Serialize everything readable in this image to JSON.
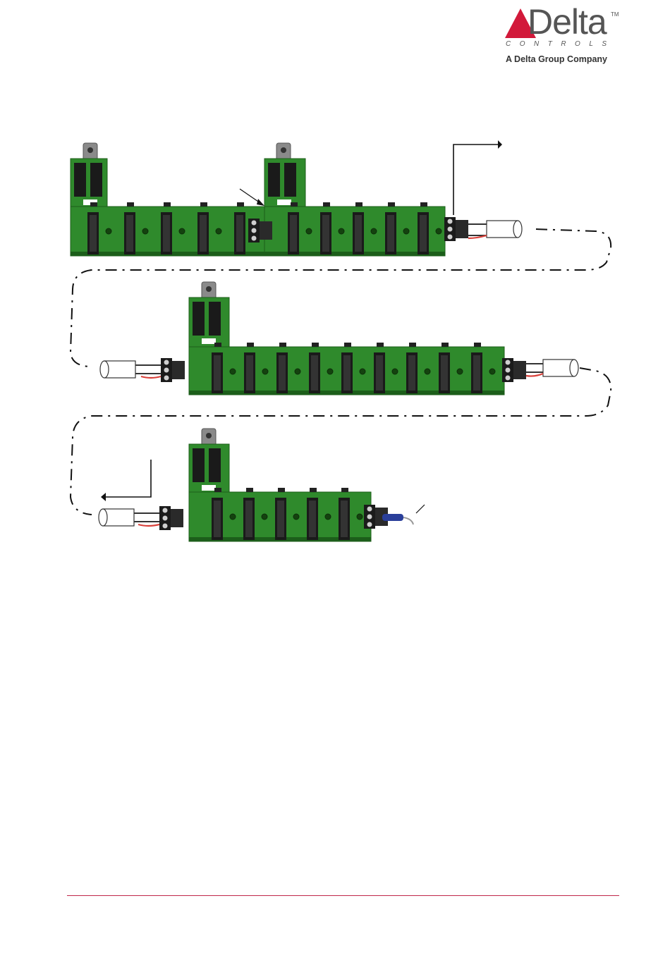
{
  "logo": {
    "wordmark": "Delta",
    "trademark": "TM",
    "subtitle": "CONTROLS",
    "tagline": "A Delta Group Company",
    "icon": "red-triangle-icon"
  },
  "colors": {
    "brand_red": "#d2193a",
    "board_green": "#2f8a2c",
    "board_dark": "#1c5e1a",
    "cable_red": "#d9403a",
    "terminator_blue": "#2a3f9a",
    "rule": "#c0264a"
  },
  "diagram": {
    "boards": [
      {
        "name": "board-1",
        "slots": 5
      },
      {
        "name": "board-2",
        "slots": 5
      },
      {
        "name": "board-3",
        "slots": 9
      },
      {
        "name": "board-4",
        "slots": 5
      }
    ]
  }
}
